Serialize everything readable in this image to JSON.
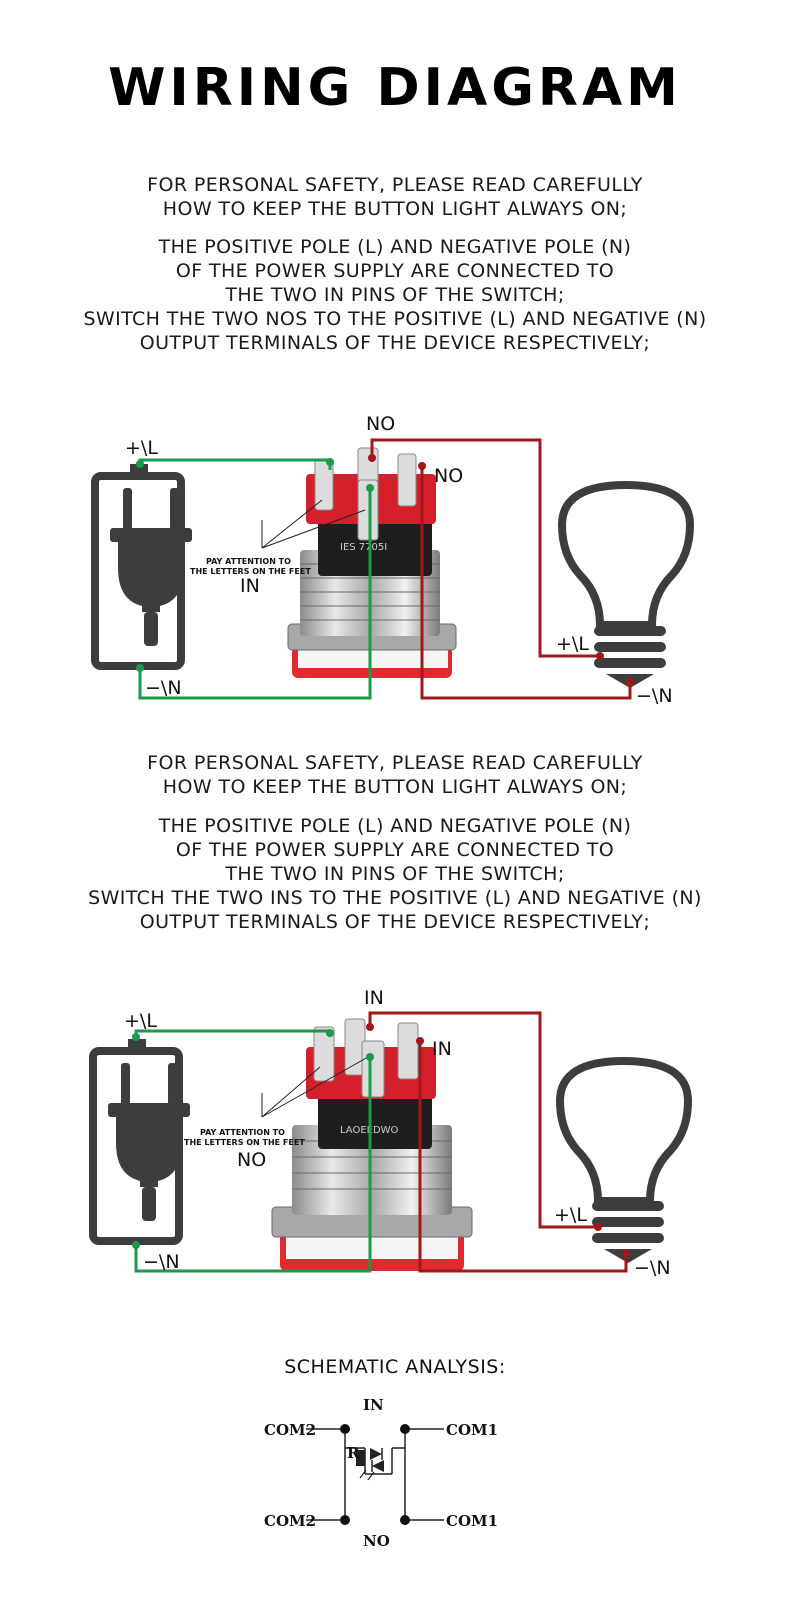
{
  "title": "WIRING DIAGRAM",
  "section1": {
    "intro": [
      "FOR PERSONAL SAFETY, PLEASE READ CAREFULLY",
      "HOW TO KEEP THE BUTTON LIGHT ALWAYS ON;"
    ],
    "body": [
      "THE POSITIVE POLE (L) AND NEGATIVE POLE (N)",
      "OF THE POWER SUPPLY ARE CONNECTED TO",
      "THE TWO IN PINS OF THE SWITCH;",
      "SWITCH THE TWO NOS TO THE POSITIVE (L) AND NEGATIVE (N)",
      "OUTPUT TERMINALS OF THE DEVICE RESPECTIVELY;"
    ]
  },
  "diagram1": {
    "plug_pos": "+\\L",
    "plug_neg": "−\\N",
    "pin_top": "NO",
    "pin_right": "NO",
    "pin_bottom": "IN",
    "note_line1": "PAY ATTENTION TO",
    "note_line2": "THE LETTERS ON THE FEET",
    "bulb_pos": "+\\L",
    "bulb_neg": "−\\N",
    "body_text": "IES 7705I"
  },
  "section2": {
    "intro": [
      "FOR PERSONAL SAFETY, PLEASE READ CAREFULLY",
      "HOW TO KEEP THE BUTTON LIGHT ALWAYS ON;"
    ],
    "body": [
      "THE POSITIVE POLE (L) AND NEGATIVE POLE (N)",
      "OF THE POWER SUPPLY ARE CONNECTED TO",
      "THE TWO IN PINS OF THE SWITCH;",
      "SWITCH THE TWO INS TO THE POSITIVE (L) AND NEGATIVE (N)",
      "OUTPUT TERMINALS OF THE DEVICE RESPECTIVELY;"
    ]
  },
  "diagram2": {
    "plug_pos": "+\\L",
    "plug_neg": "−\\N",
    "pin_top": "IN",
    "pin_right": "IN",
    "pin_bottom": "NO",
    "note_line1": "PAY ATTENTION TO",
    "note_line2": "THE LETTERS ON THE FEET",
    "bulb_pos": "+\\L",
    "bulb_neg": "−\\N",
    "body_text": "LAOEEDWO"
  },
  "schematic": {
    "title": "SCHEMATIC ANALYSIS:",
    "top": "IN",
    "bottom": "NO",
    "com2_top": "COM2",
    "com1_top": "COM1",
    "com2_bottom": "COM2",
    "com1_bottom": "COM1",
    "resistor": "R"
  },
  "colors": {
    "green_wire": "#1a9a4a",
    "red_wire": "#a01818",
    "icon_gray": "#3d3d3d",
    "switch_red": "#d4202a"
  }
}
